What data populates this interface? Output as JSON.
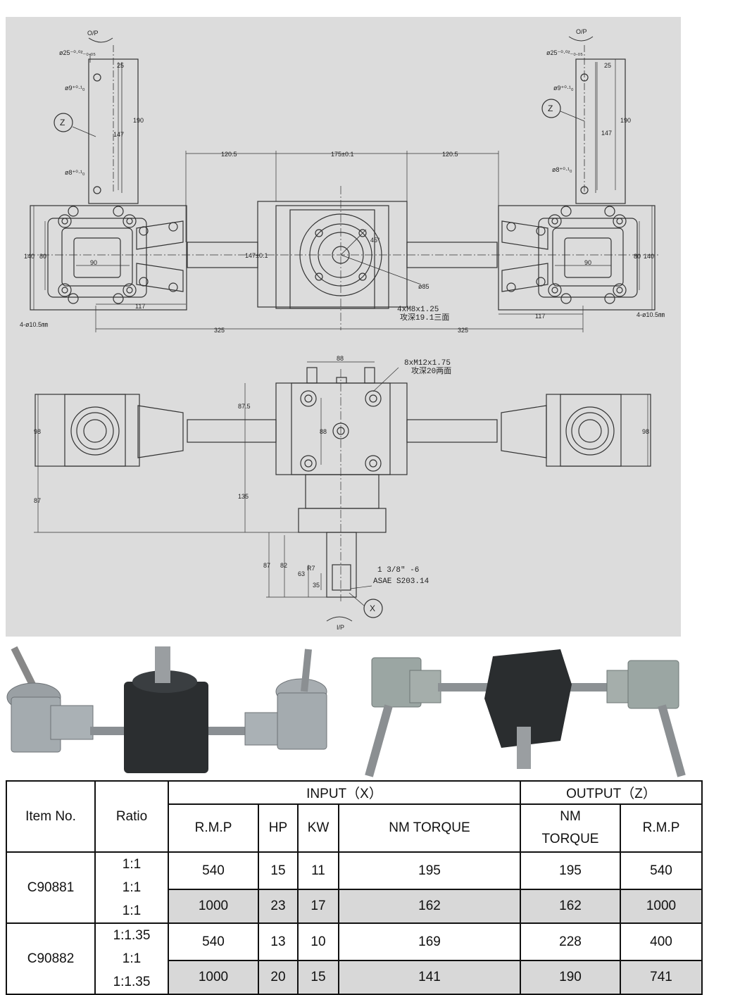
{
  "drawing": {
    "top_view": {
      "op_label": "O/P",
      "z_label": "Z",
      "dims": {
        "shaft_dia": "ø25⁻⁰·⁰²₋₀.₀₅",
        "hole_dia_top": "ø9⁺⁰·¹₀",
        "hole_dia_bottom": "ø8⁺⁰·¹₀",
        "d25": "25",
        "d190": "190",
        "d147": "147",
        "d120_5_left": "120.5",
        "d175": "175±0.1",
        "d120_5_right": "120.5",
        "d140": "140",
        "d80": "80",
        "d90": "90",
        "d147_center": "147±0.1",
        "d45": "45°",
        "d85": "ø85",
        "d117": "117",
        "d325_left": "325",
        "d325_right": "325",
        "holes_left": "4-ø10.5㎜",
        "holes_right": "4-ø10.5㎜",
        "tap_note_1": "4xM8x1.25",
        "tap_note_2": "攻深19.1三面"
      }
    },
    "front_view": {
      "x_label": "X",
      "ip_label": "I/P",
      "dims": {
        "d88_top": "88",
        "d88_mid": "88",
        "d87_5": "87.5",
        "d98_left": "98",
        "d98_right": "98",
        "d87_left": "87",
        "d135": "135",
        "d87_shaft": "87",
        "d82": "82",
        "d63": "63",
        "d35": "35",
        "r7": "R7",
        "tap_note_1": "8xM12x1.75",
        "tap_note_2": "攻深20两面",
        "spline_1": "1 3/8\" -6",
        "spline_2": "ASAE S203.14"
      }
    }
  },
  "photos": {
    "left": "gearbox-photo-front",
    "right": "gearbox-photo-rear"
  },
  "table": {
    "header": {
      "item_no": "Item No.",
      "ratio": "Ratio",
      "input": "INPUT（X）",
      "output": "OUTPUT（Z）",
      "in_rmp": "R.M.P",
      "hp": "HP",
      "kw": "KW",
      "nm_torque": "NM TORQUE",
      "out_nm_1": "NM",
      "out_nm_2": "TORQUE",
      "out_rmp": "R.M.P"
    },
    "groups": [
      {
        "item": "C90881",
        "ratios": [
          "1:1",
          "1:1",
          "1:1"
        ],
        "rows": [
          {
            "rmp": "540",
            "hp": "15",
            "kw": "11",
            "torque": "195",
            "out_torque": "195",
            "out_rmp": "540"
          },
          {
            "rmp": "1000",
            "hp": "23",
            "kw": "17",
            "torque": "162",
            "out_torque": "162",
            "out_rmp": "1000"
          }
        ]
      },
      {
        "item": "C90882",
        "ratios": [
          "1:1.35",
          "1:1",
          "1:1.35"
        ],
        "rows": [
          {
            "rmp": "540",
            "hp": "13",
            "kw": "10",
            "torque": "169",
            "out_torque": "228",
            "out_rmp": "400"
          },
          {
            "rmp": "1000",
            "hp": "20",
            "kw": "15",
            "torque": "141",
            "out_torque": "190",
            "out_rmp": "741"
          }
        ]
      }
    ]
  }
}
